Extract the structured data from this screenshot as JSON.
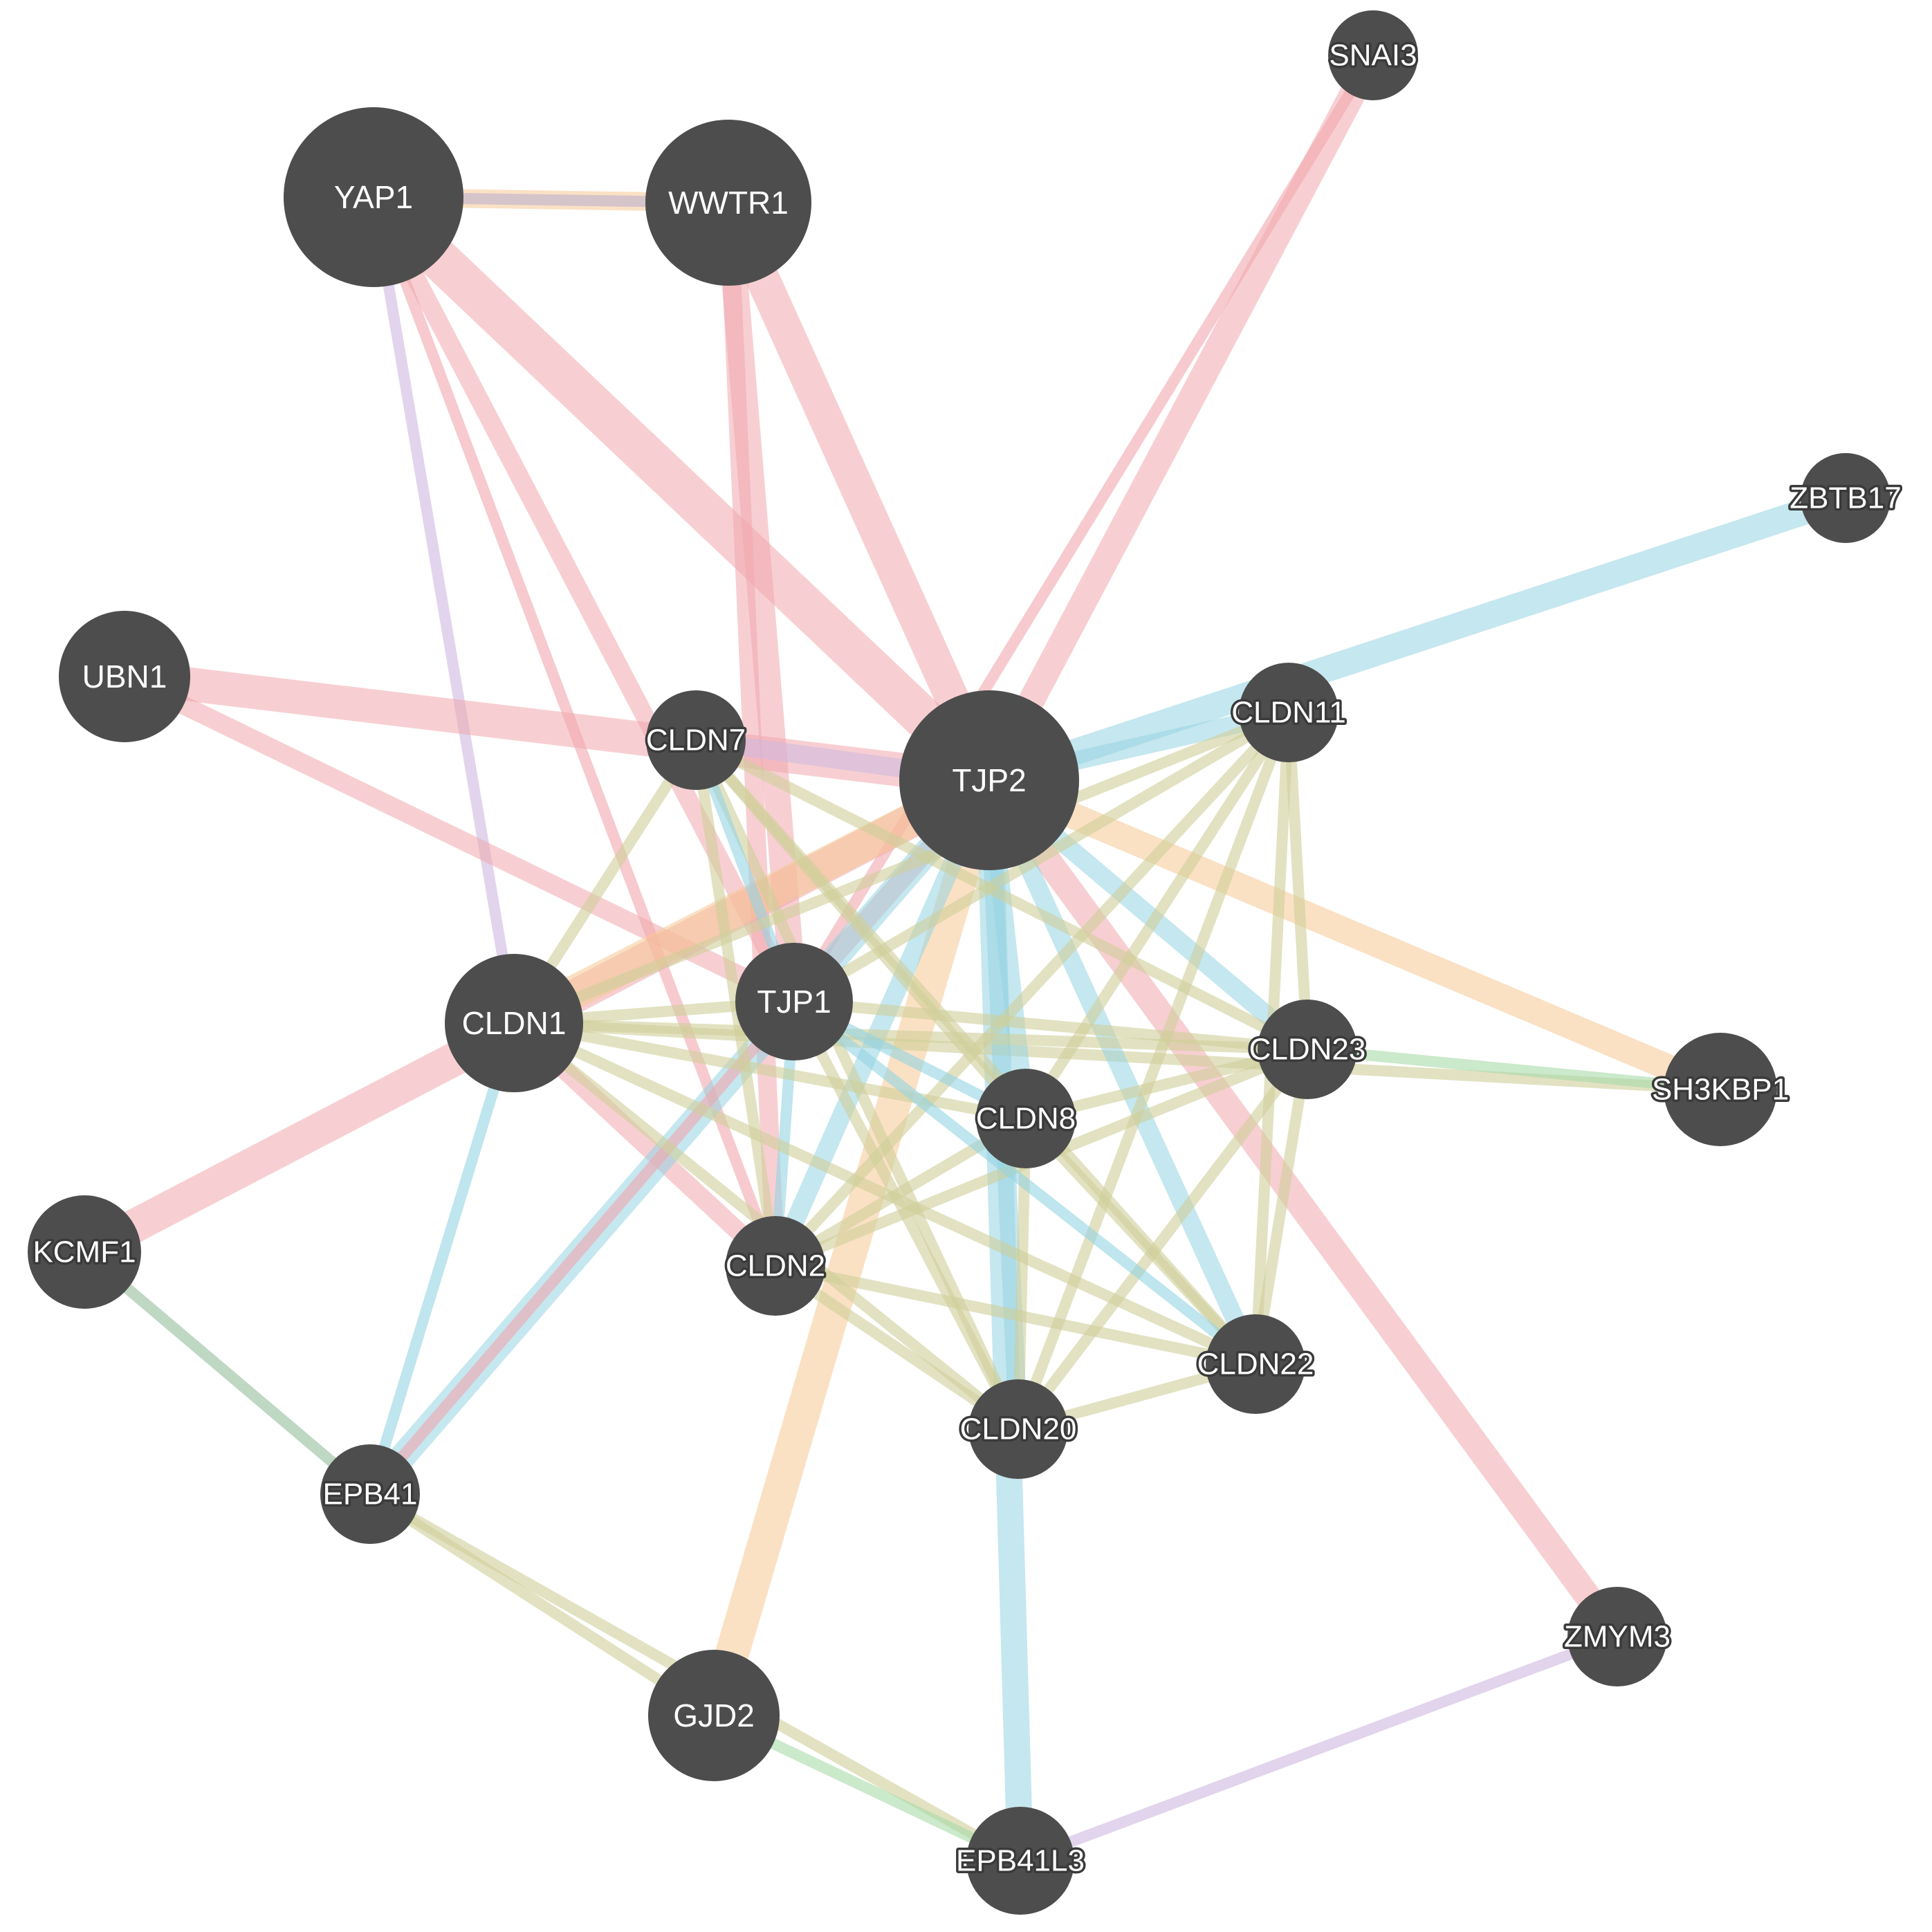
{
  "colors": {
    "node_fill": "#4d4d4d",
    "node_label": "#ffffff",
    "physical_interactions": "#f0a7ad",
    "co_expression": "#cfcf9a",
    "shared_protein_domains": "#95d3e2",
    "pathway": "#f5c894",
    "genetic_interactions": "#a8dba8",
    "co_localization": "#cdb8e0"
  },
  "nodes": [
    {
      "id": "YAP1",
      "label": "YAP1",
      "query": false
    },
    {
      "id": "WWTR1",
      "label": "WWTR1",
      "query": false
    },
    {
      "id": "SNAI3",
      "label": "SNAI3",
      "query": false
    },
    {
      "id": "ZBTB17",
      "label": "ZBTB17",
      "query": false
    },
    {
      "id": "UBN1",
      "label": "UBN1",
      "query": false
    },
    {
      "id": "CLDN7",
      "label": "CLDN7",
      "query": false
    },
    {
      "id": "TJP2",
      "label": "TJP2",
      "query": true
    },
    {
      "id": "CLDN11",
      "label": "CLDN11",
      "query": false
    },
    {
      "id": "CLDN1",
      "label": "CLDN1",
      "query": false
    },
    {
      "id": "TJP1",
      "label": "TJP1",
      "query": false
    },
    {
      "id": "CLDN23",
      "label": "CLDN23",
      "query": false
    },
    {
      "id": "SH3KBP1",
      "label": "SH3KBP1",
      "query": false
    },
    {
      "id": "CLDN8",
      "label": "CLDN8",
      "query": false
    },
    {
      "id": "KCMF1",
      "label": "KCMF1",
      "query": false
    },
    {
      "id": "CLDN2",
      "label": "CLDN2",
      "query": false
    },
    {
      "id": "CLDN22",
      "label": "CLDN22",
      "query": false
    },
    {
      "id": "CLDN20",
      "label": "CLDN20",
      "query": false
    },
    {
      "id": "EPB41",
      "label": "EPB41",
      "query": false
    },
    {
      "id": "ZMYM3",
      "label": "ZMYM3",
      "query": false
    },
    {
      "id": "GJD2",
      "label": "GJD2",
      "query": false
    },
    {
      "id": "EPB41L3",
      "label": "EPB41L3",
      "query": false
    }
  ],
  "edges": [
    {
      "source": "YAP1",
      "target": "TJP2",
      "type": "physical_interactions",
      "weight": 5
    },
    {
      "source": "WWTR1",
      "target": "TJP2",
      "type": "physical_interactions",
      "weight": 4
    },
    {
      "source": "YAP1",
      "target": "WWTR1",
      "type": "pathway",
      "weight": 2
    },
    {
      "source": "YAP1",
      "target": "WWTR1",
      "type": "co_expression",
      "weight": 1
    },
    {
      "source": "YAP1",
      "target": "WWTR1",
      "type": "co_localization",
      "weight": 1
    },
    {
      "source": "YAP1",
      "target": "TJP1",
      "type": "physical_interactions",
      "weight": 2
    },
    {
      "source": "YAP1",
      "target": "CLDN2",
      "type": "physical_interactions",
      "weight": 1
    },
    {
      "source": "YAP1",
      "target": "CLDN1",
      "type": "co_localization",
      "weight": 1
    },
    {
      "source": "WWTR1",
      "target": "TJP1",
      "type": "physical_interactions",
      "weight": 3
    },
    {
      "source": "WWTR1",
      "target": "CLDN2",
      "type": "physical_interactions",
      "weight": 2
    },
    {
      "source": "SNAI3",
      "target": "TJP2",
      "type": "physical_interactions",
      "weight": 3
    },
    {
      "source": "SNAI3",
      "target": "TJP1",
      "type": "physical_interactions",
      "weight": 1
    },
    {
      "source": "ZBTB17",
      "target": "TJP2",
      "type": "shared_protein_domains",
      "weight": 3
    },
    {
      "source": "UBN1",
      "target": "TJP2",
      "type": "physical_interactions",
      "weight": 4
    },
    {
      "source": "UBN1",
      "target": "TJP1",
      "type": "physical_interactions",
      "weight": 2
    },
    {
      "source": "KCMF1",
      "target": "TJP2",
      "type": "physical_interactions",
      "weight": 4
    },
    {
      "source": "KCMF1",
      "target": "EPB41",
      "type": "co_localization",
      "weight": 1
    },
    {
      "source": "KCMF1",
      "target": "EPB41",
      "type": "genetic_interactions",
      "weight": 1
    },
    {
      "source": "CLDN1",
      "target": "TJP2",
      "type": "pathway",
      "weight": 4
    },
    {
      "source": "CLDN1",
      "target": "CLDN2",
      "type": "physical_interactions",
      "weight": 2
    },
    {
      "source": "TJP1",
      "target": "TJP2",
      "type": "physical_interactions",
      "weight": 2
    },
    {
      "source": "EPB41",
      "target": "TJP2",
      "type": "shared_protein_domains",
      "weight": 3
    },
    {
      "source": "EPB41",
      "target": "TJP1",
      "type": "physical_interactions",
      "weight": 1
    },
    {
      "source": "EPB41",
      "target": "GJD2",
      "type": "co_expression",
      "weight": 1
    },
    {
      "source": "EPB41",
      "target": "EPB41L3",
      "type": "co_expression",
      "weight": 1
    },
    {
      "source": "GJD2",
      "target": "TJP2",
      "type": "pathway",
      "weight": 4
    },
    {
      "source": "GJD2",
      "target": "EPB41L3",
      "type": "genetic_interactions",
      "weight": 1
    },
    {
      "source": "EPB41L3",
      "target": "TJP2",
      "type": "shared_protein_domains",
      "weight": 3
    },
    {
      "source": "EPB41L3",
      "target": "ZMYM3",
      "type": "co_localization",
      "weight": 1
    },
    {
      "source": "ZMYM3",
      "target": "TJP2",
      "type": "physical_interactions",
      "weight": 3
    },
    {
      "source": "SH3KBP1",
      "target": "TJP2",
      "type": "pathway",
      "weight": 3
    },
    {
      "source": "SH3KBP1",
      "target": "CLDN1",
      "type": "co_expression",
      "weight": 1
    },
    {
      "source": "SH3KBP1",
      "target": "CLDN23",
      "type": "genetic_interactions",
      "weight": 1
    },
    {
      "source": "CLDN7",
      "target": "TJP2",
      "type": "co_localization",
      "weight": 2
    },
    {
      "source": "CLDN11",
      "target": "TJP2",
      "type": "shared_protein_domains",
      "weight": 2
    },
    {
      "source": "CLDN23",
      "target": "TJP2",
      "type": "shared_protein_domains",
      "weight": 2
    },
    {
      "source": "CLDN8",
      "target": "TJP2",
      "type": "shared_protein_domains",
      "weight": 2
    },
    {
      "source": "CLDN22",
      "target": "TJP2",
      "type": "shared_protein_domains",
      "weight": 2
    },
    {
      "source": "CLDN20",
      "target": "TJP2",
      "type": "shared_protein_domains",
      "weight": 2
    },
    {
      "source": "CLDN2",
      "target": "TJP2",
      "type": "shared_protein_domains",
      "weight": 2
    },
    {
      "source": "CLDN2",
      "target": "TJP1",
      "type": "shared_protein_domains",
      "weight": 1
    },
    {
      "source": "CLDN7",
      "target": "CLDN1",
      "type": "co_expression",
      "weight": 1
    },
    {
      "source": "CLDN7",
      "target": "CLDN2",
      "type": "co_expression",
      "weight": 1
    },
    {
      "source": "CLDN7",
      "target": "CLDN8",
      "type": "co_expression",
      "weight": 1
    },
    {
      "source": "CLDN7",
      "target": "CLDN20",
      "type": "co_expression",
      "weight": 1
    },
    {
      "source": "CLDN7",
      "target": "CLDN22",
      "type": "co_expression",
      "weight": 1
    },
    {
      "source": "CLDN7",
      "target": "CLDN23",
      "type": "co_expression",
      "weight": 1
    },
    {
      "source": "CLDN7",
      "target": "TJP1",
      "type": "shared_protein_domains",
      "weight": 1
    },
    {
      "source": "CLDN11",
      "target": "CLDN1",
      "type": "co_expression",
      "weight": 1
    },
    {
      "source": "CLDN11",
      "target": "CLDN2",
      "type": "co_expression",
      "weight": 1
    },
    {
      "source": "CLDN11",
      "target": "CLDN8",
      "type": "co_expression",
      "weight": 1
    },
    {
      "source": "CLDN11",
      "target": "CLDN20",
      "type": "co_expression",
      "weight": 1
    },
    {
      "source": "CLDN11",
      "target": "CLDN22",
      "type": "co_expression",
      "weight": 1
    },
    {
      "source": "CLDN11",
      "target": "CLDN23",
      "type": "co_expression",
      "weight": 1
    },
    {
      "source": "CLDN11",
      "target": "TJP1",
      "type": "co_expression",
      "weight": 1
    },
    {
      "source": "CLDN1",
      "target": "CLDN8",
      "type": "co_expression",
      "weight": 1
    },
    {
      "source": "CLDN1",
      "target": "CLDN20",
      "type": "co_expression",
      "weight": 1
    },
    {
      "source": "CLDN1",
      "target": "CLDN22",
      "type": "co_expression",
      "weight": 1
    },
    {
      "source": "CLDN1",
      "target": "CLDN23",
      "type": "co_expression",
      "weight": 1
    },
    {
      "source": "CLDN1",
      "target": "TJP1",
      "type": "co_expression",
      "weight": 1
    },
    {
      "source": "CLDN2",
      "target": "CLDN8",
      "type": "co_expression",
      "weight": 1
    },
    {
      "source": "CLDN2",
      "target": "CLDN20",
      "type": "co_expression",
      "weight": 1
    },
    {
      "source": "CLDN2",
      "target": "CLDN22",
      "type": "co_expression",
      "weight": 1
    },
    {
      "source": "CLDN2",
      "target": "CLDN23",
      "type": "co_expression",
      "weight": 1
    },
    {
      "source": "CLDN8",
      "target": "CLDN20",
      "type": "co_expression",
      "weight": 1
    },
    {
      "source": "CLDN8",
      "target": "CLDN22",
      "type": "co_expression",
      "weight": 1
    },
    {
      "source": "CLDN8",
      "target": "CLDN23",
      "type": "co_expression",
      "weight": 1
    },
    {
      "source": "CLDN20",
      "target": "CLDN22",
      "type": "co_expression",
      "weight": 1
    },
    {
      "source": "CLDN20",
      "target": "CLDN23",
      "type": "co_expression",
      "weight": 1
    },
    {
      "source": "CLDN22",
      "target": "CLDN23",
      "type": "co_expression",
      "weight": 1
    },
    {
      "source": "TJP1",
      "target": "CLDN8",
      "type": "shared_protein_domains",
      "weight": 1
    },
    {
      "source": "TJP1",
      "target": "CLDN20",
      "type": "co_expression",
      "weight": 1
    },
    {
      "source": "TJP1",
      "target": "CLDN22",
      "type": "shared_protein_domains",
      "weight": 1
    },
    {
      "source": "TJP1",
      "target": "CLDN23",
      "type": "co_expression",
      "weight": 1
    },
    {
      "source": "CLDN1",
      "target": "EPB41",
      "type": "shared_protein_domains",
      "weight": 1
    }
  ]
}
